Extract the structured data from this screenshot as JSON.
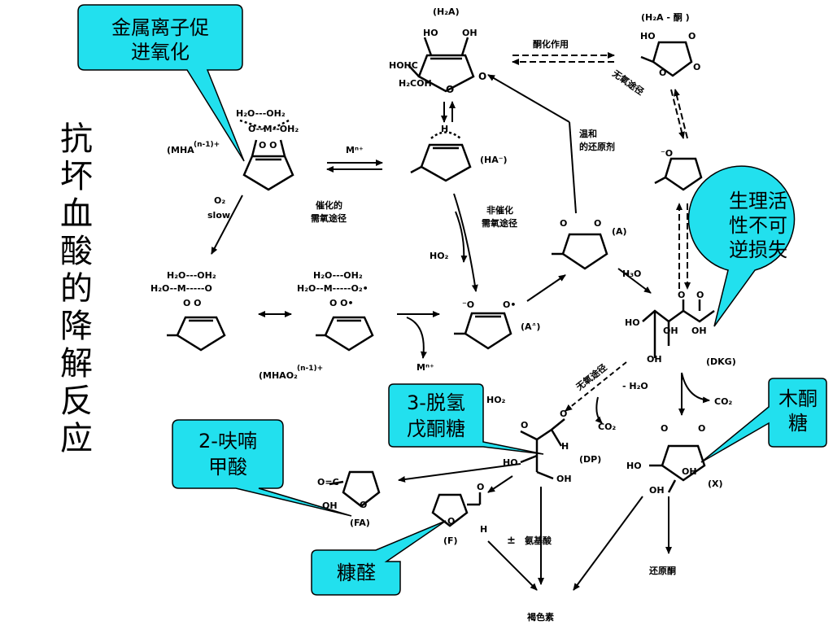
{
  "side_title": [
    "抗",
    "坏",
    "血",
    "酸",
    "的",
    "降",
    "解",
    "反",
    "应"
  ],
  "callouts": {
    "metal": [
      "金属离子促",
      "进氧化"
    ],
    "physio": [
      "生理活",
      "性不可",
      "逆损失"
    ],
    "xylosone": [
      "木酮",
      "糖"
    ],
    "dp": [
      "3-脱氢",
      "戊酮糖"
    ],
    "furoic": [
      "2-呋喃",
      "甲酸"
    ],
    "furfural": [
      "糠醛"
    ]
  },
  "species": {
    "h2a": "(H₂A)",
    "h2a_keto": "(H₂A - 酮 )",
    "ha": "(HA⁻)",
    "a": "(A)",
    "a_rad": "(A⁻̇)",
    "dkg": "(DKG)",
    "x": "(X)",
    "dp": "(DP)",
    "fa": "(FA)",
    "f": "(F)",
    "mha": "(MHA",
    "mha_sup": "(n-1)+",
    "mhao2": "(MHAO₂",
    "mhao2_sup": "(n-1)+"
  },
  "labels": {
    "keto_action": "酮化作用",
    "anaerobic_top": "无氧途径",
    "mild_reductant": [
      "温和",
      "的还原剂"
    ],
    "metal_ion": "Mⁿ⁺",
    "metal_ion2": "Mⁿ⁺",
    "o2": "O₂",
    "slow": "slow",
    "catalytic": [
      "催化的",
      "需氧途径"
    ],
    "noncatalytic": [
      "非催化",
      "需氧途径"
    ],
    "ho2": "HO₂",
    "h2o_plus": "H₃O",
    "co2_right": "CO₂",
    "co2_mid": "CO₂",
    "h2o_minus": "- H₂O",
    "anaerobic_mid": "无氧途径",
    "ho2_mid": "HO₂",
    "pm": "±",
    "amino_acid": "氨基酸",
    "reductone": "还原酮",
    "melanoidin": "褐色素"
  }
}
